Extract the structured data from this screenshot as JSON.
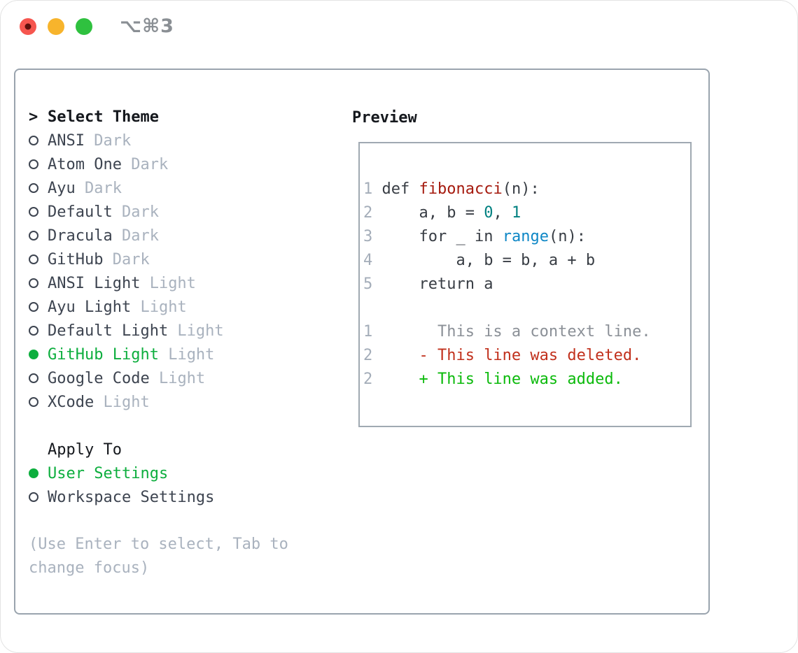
{
  "window": {
    "title": "⌥⌘3",
    "traffic_lights": [
      {
        "name": "close",
        "color": "#f6564f",
        "inner_dot_color": "#5e100c"
      },
      {
        "name": "minimize",
        "color": "#f7b42c"
      },
      {
        "name": "zoom",
        "color": "#2fc13f"
      }
    ]
  },
  "colors": {
    "panel_border": "#9aa4ae",
    "selected_green": "#0dae3e",
    "item_text": "#3d4450",
    "variant_text": "#a9b2be",
    "function_red": "#a51a0e",
    "number_teal": "#008080",
    "builtin_blue": "#0e87c6",
    "line_number_gray": "#a4adb9",
    "context_gray": "#8b9097",
    "deleted_red": "#c1301c",
    "added_green": "#0cba0c"
  },
  "theme_selector": {
    "cursor": ">",
    "header": "Select Theme",
    "items": [
      {
        "name": "ANSI",
        "variant": "Dark",
        "selected": false
      },
      {
        "name": "Atom One",
        "variant": "Dark",
        "selected": false
      },
      {
        "name": "Ayu",
        "variant": "Dark",
        "selected": false
      },
      {
        "name": "Default",
        "variant": "Dark",
        "selected": false
      },
      {
        "name": "Dracula",
        "variant": "Dark",
        "selected": false
      },
      {
        "name": "GitHub",
        "variant": "Dark",
        "selected": false
      },
      {
        "name": "ANSI Light",
        "variant": "Light",
        "selected": false
      },
      {
        "name": "Ayu Light",
        "variant": "Light",
        "selected": false
      },
      {
        "name": "Default Light",
        "variant": "Light",
        "selected": false
      },
      {
        "name": "GitHub Light",
        "variant": "Light",
        "selected": true
      },
      {
        "name": "Google Code",
        "variant": "Light",
        "selected": false
      },
      {
        "name": "XCode",
        "variant": "Light",
        "selected": false
      }
    ],
    "apply_to": {
      "header": "Apply To",
      "options": [
        {
          "label": "User Settings",
          "selected": true
        },
        {
          "label": "Workspace Settings",
          "selected": false
        }
      ]
    },
    "hint_lines": [
      "(Use Enter to select, Tab to",
      "change focus)"
    ]
  },
  "preview": {
    "header": "Preview",
    "lines": [
      [
        [
          "ln",
          "1"
        ],
        [
          "pl",
          " "
        ],
        [
          "kw",
          "def"
        ],
        [
          "pl",
          " "
        ],
        [
          "fn",
          "fibonacci"
        ],
        [
          "pl",
          "(n):"
        ]
      ],
      [
        [
          "ln",
          "2"
        ],
        [
          "pl",
          "     a, b = "
        ],
        [
          "nb",
          "0"
        ],
        [
          "pl",
          ", "
        ],
        [
          "nb",
          "1"
        ]
      ],
      [
        [
          "ln",
          "3"
        ],
        [
          "pl",
          "     "
        ],
        [
          "kw",
          "for"
        ],
        [
          "pl",
          " _ "
        ],
        [
          "kw",
          "in"
        ],
        [
          "pl",
          " "
        ],
        [
          "bi",
          "range"
        ],
        [
          "pl",
          "(n):"
        ]
      ],
      [
        [
          "ln",
          "4"
        ],
        [
          "pl",
          "         a, b = b, a + b"
        ]
      ],
      [
        [
          "ln",
          "5"
        ],
        [
          "pl",
          "     "
        ],
        [
          "kw",
          "return"
        ],
        [
          "pl",
          " a"
        ]
      ],
      [],
      [
        [
          "ln",
          "1"
        ],
        [
          "cx",
          "       This is a context line."
        ]
      ],
      [
        [
          "ln",
          "2"
        ],
        [
          "dl",
          "     - This line was deleted."
        ]
      ],
      [
        [
          "ln",
          "2"
        ],
        [
          "ad",
          "     + This line was added."
        ]
      ]
    ]
  }
}
